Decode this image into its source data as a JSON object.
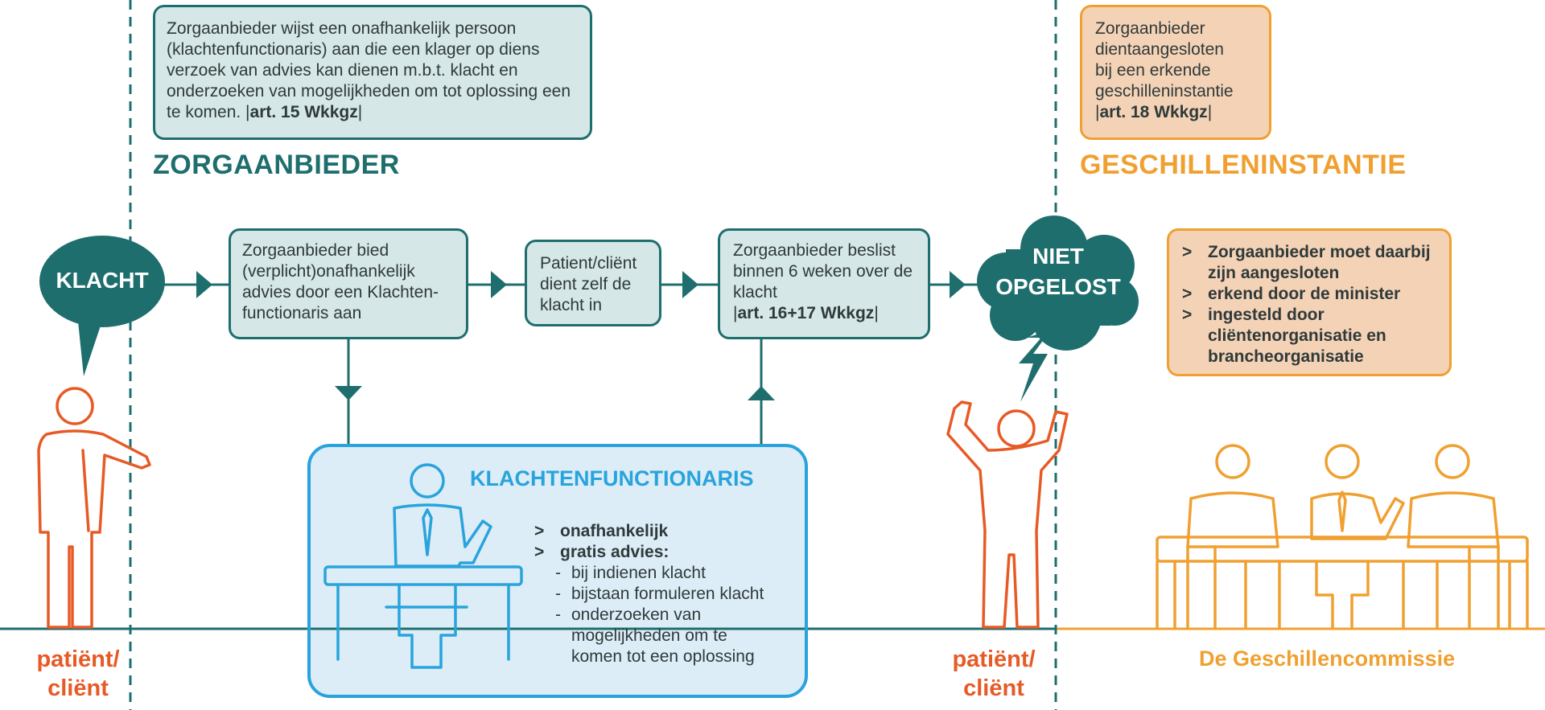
{
  "top_left_box": {
    "text": "Zorgaanbieder wijst een onafhankelijk persoon (klachtenfunctionaris) aan die een klager op diens verzoek van advies kan  dienen m.b.t. klacht en onderzoeken van mogelijkheden om tot oplossing een te komen. |",
    "ref": "art. 15 Wkkgz",
    "ref_end": "|"
  },
  "top_right_box": {
    "lines": [
      "Zorgaanbieder",
      "dientaangesloten",
      "bij een erkende",
      "geschilleninstantie"
    ],
    "ref_start": "|",
    "ref": "art. 18 Wkkgz",
    "ref_end": "|"
  },
  "headings": {
    "zorgaanbieder": "ZORGAANBIEDER",
    "geschilleninstantie": "GESCHILLENINSTANTIE"
  },
  "bubbles": {
    "klacht": "KLACHT",
    "niet": "NIET",
    "opgelost": "OPGELOST"
  },
  "flow_boxes": {
    "box1": "Zorgaanbieder bied (verplicht)onafhankelijk advies door een Klachten-functionaris aan",
    "box2": "Patient/cliënt dient zelf de klacht in",
    "box3": "Zorgaanbieder beslist binnen 6 weken over de klacht",
    "box3_ref_start": "|",
    "box3_ref": "art. 16+17 Wkkgz",
    "box3_ref_end": "|"
  },
  "right_list": [
    "Zorgaanbieder moet daarbij zijn aangesloten",
    "erkend door de minister",
    "ingesteld door cliëntenorganisatie en brancheorganisatie"
  ],
  "klachtenfunctionaris": {
    "title": "KLACHTENFUNCTIONARIS",
    "items": [
      "onafhankelijk",
      "gratis advies:"
    ],
    "sub_items": [
      "bij indienen klacht",
      "bijstaan formuleren klacht",
      "onderzoeken van mogelijkheden om te komen tot een oplossing"
    ]
  },
  "labels": {
    "patient_left": "patiënt/",
    "client_left": "cliënt",
    "patient_right": "patiënt/",
    "client_right": "cliënt",
    "commissie": "De Geschillencommissie"
  },
  "colors": {
    "teal": "#1f6e6e",
    "orange": "#f0a030",
    "red": "#e85a25",
    "blue": "#29a3dc"
  }
}
